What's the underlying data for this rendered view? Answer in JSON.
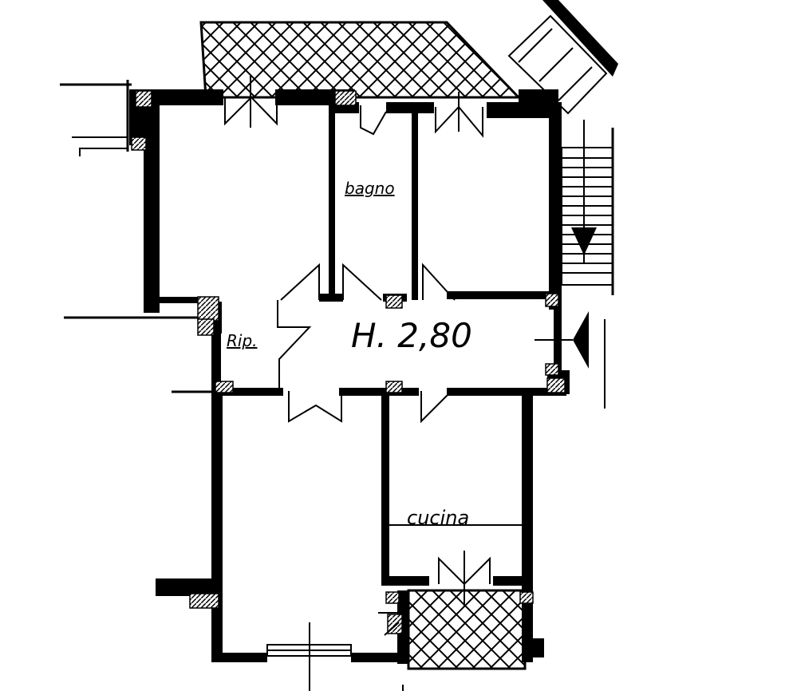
{
  "plan": {
    "ceiling_height_label": "H. 2,80",
    "rooms": {
      "bagno": "bagno",
      "rip": "Rip.",
      "cucina": "cucina"
    },
    "colors": {
      "ink": "#000000",
      "paper": "#ffffff"
    }
  }
}
